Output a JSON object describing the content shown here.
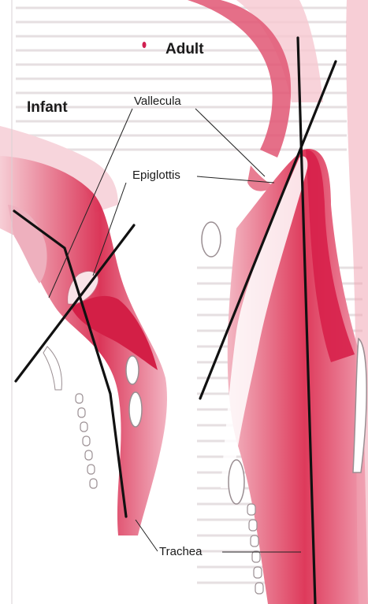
{
  "labels": {
    "infant": "Infant",
    "adult": "Adult",
    "vallecula": "Vallecula",
    "epiglottis": "Epiglottis",
    "trachea": "Trachea"
  },
  "colors": {
    "tissue_dark": "#d9284c",
    "tissue_mid": "#e86a80",
    "tissue_light": "#f5c3cc",
    "airway": "#ffffff",
    "line": "#111111",
    "background_text": "#ded6d8"
  }
}
